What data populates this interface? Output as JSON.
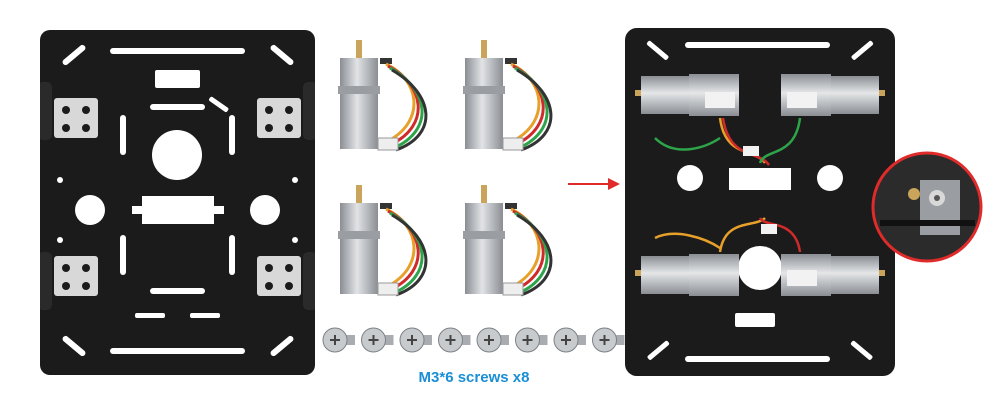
{
  "caption": {
    "text": "M3*6 screws x8",
    "color": "#1a8fd6"
  },
  "colors": {
    "plate": "#1b1b1b",
    "plate_edge": "#333333",
    "motor_body": "#b9bcc0",
    "motor_dark": "#8a8e93",
    "gold": "#c9a45a",
    "arrow": "#e02b2b",
    "zoom_ring": "#e02b2b"
  },
  "items": {
    "left_plate": "chassis-plate-with-brackets",
    "motors": "dc-gear-motors-x4",
    "screws": "m3-screws-x8",
    "right_plate": "assembled-chassis",
    "zoom": "screw-detail-zoom"
  }
}
